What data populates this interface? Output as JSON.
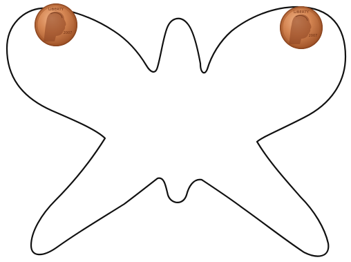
{
  "scene": {
    "background_color": "#ffffff",
    "outline_color": "#111111",
    "outline_shape": "butterfly-outline",
    "coins": [
      {
        "icon": "penny-coin-icon",
        "position": "top-left",
        "color": "#c2703d",
        "inscription": "LIBERTY",
        "date": "2007"
      },
      {
        "icon": "penny-coin-icon",
        "position": "top-right",
        "color": "#c2703d",
        "inscription": "LIBERTY",
        "date": "2007"
      }
    ]
  }
}
